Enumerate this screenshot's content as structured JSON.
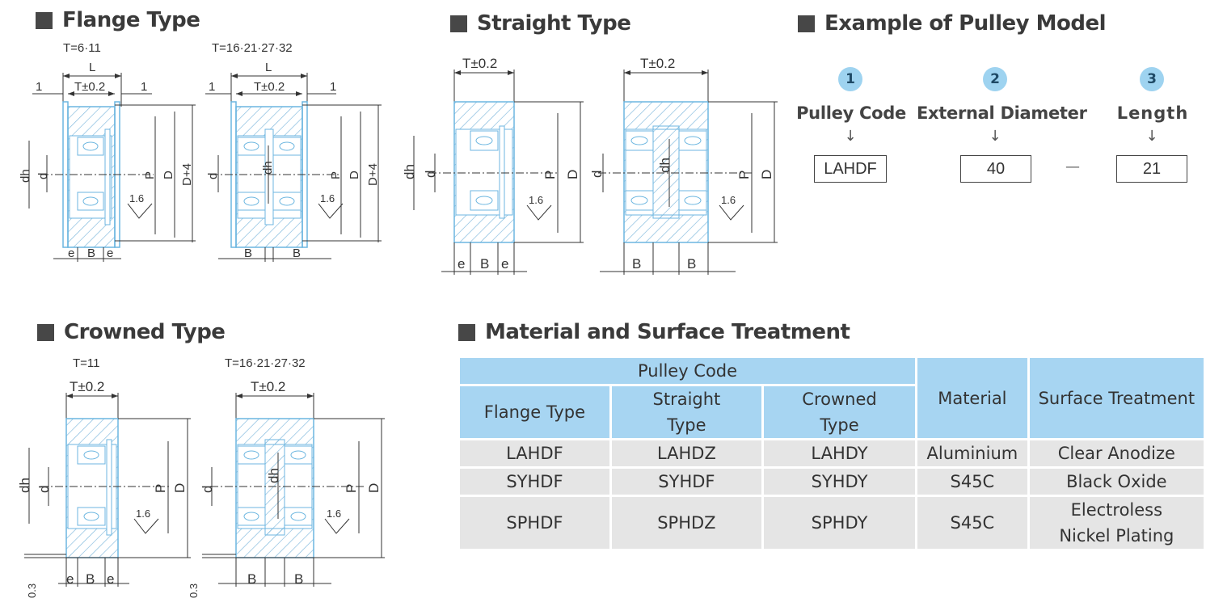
{
  "sections": {
    "flange": "Flange Type",
    "straight": "Straight Type",
    "example": "Example of Pulley Model",
    "crowned": "Crowned Type",
    "material": "Material and Surface Treatment"
  },
  "flange_drawings": {
    "left_caption": "T=6·11",
    "right_caption": "T=16·21·27·32",
    "L": "L",
    "T": "T±0.2",
    "one": "1",
    "dh": "dh",
    "d": "d",
    "P": "P",
    "D": "D",
    "D4": "D+4",
    "rough": "1.6",
    "e": "e",
    "B": "B"
  },
  "straight_drawings": {
    "T": "T±0.2",
    "dh": "dh",
    "d": "d",
    "P": "P",
    "D": "D",
    "rough": "1.6",
    "e": "e",
    "B": "B"
  },
  "crowned_drawings": {
    "left_caption": "T=11",
    "right_caption": "T=16·21·27·32",
    "T": "T±0.2",
    "dh": "dh",
    "d": "d",
    "P": "P",
    "D": "D",
    "rough": "1.6",
    "e": "e",
    "B": "B",
    "crown": "0.3"
  },
  "example": {
    "items": [
      {
        "num": "1",
        "label": "Pulley Code",
        "value": "LAHDF"
      },
      {
        "num": "2",
        "label": "External Diameter",
        "value": "40"
      },
      {
        "num": "3",
        "label": "Length",
        "value": "21"
      }
    ],
    "arrow": "↓",
    "dash": "—"
  },
  "material_table": {
    "header_group": "Pulley Code",
    "headers": [
      "Flange Type",
      "Straight Type",
      "Crowned Type",
      "Material",
      "Surface Treatment"
    ],
    "rows": [
      [
        "LAHDF",
        "LAHDZ",
        "LAHDY",
        "Aluminium",
        "Clear Anodize"
      ],
      [
        "SYHDF",
        "SYHDF",
        "SYHDY",
        "S45C",
        "Black Oxide"
      ],
      [
        "SPHDF",
        "SPHDZ",
        "SPHDY",
        "S45C",
        "Electroless Nickel Plating"
      ]
    ]
  },
  "colors": {
    "outline": "#6cb6e0",
    "hatch": "#7fb8dc",
    "header": "#a7d5f2",
    "cell": "#e5e5e5",
    "line": "#333333"
  }
}
